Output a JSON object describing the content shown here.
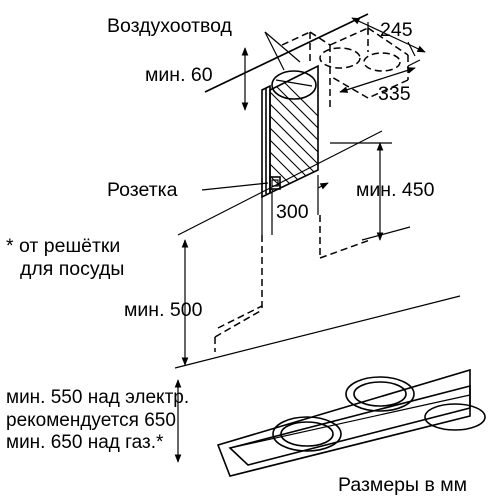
{
  "labels": {
    "air_outlet": "Воздухоотвод",
    "min_60": "мин. 60",
    "socket": "Розетка",
    "dim_245": "245",
    "dim_335": "335",
    "min_450": "мин. 450",
    "dim_300": "300",
    "grate_note_line1": "* от решётки",
    "grate_note_line2": "для посуды",
    "min_500": "мин. 500",
    "electric_line1": "мин. 550 над электр.",
    "electric_line2": "рекомендуется 650",
    "electric_line3": "мин. 650 над газ.*",
    "units": "Размеры в мм"
  }
}
